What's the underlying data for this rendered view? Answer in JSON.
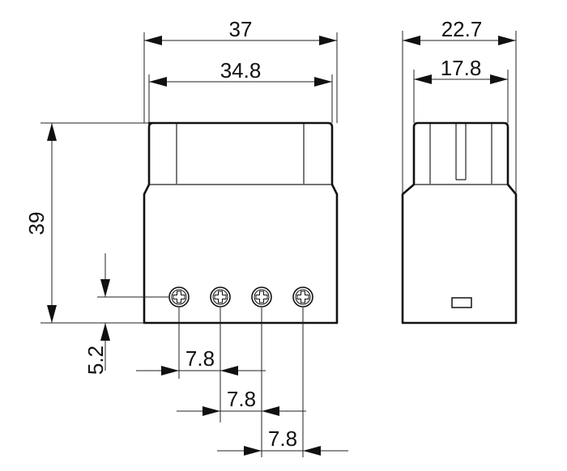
{
  "drawing": {
    "front_view": {
      "overall_width": "37",
      "inner_width": "34.8",
      "height": "39",
      "terminal_offset": "5.2",
      "pitch_1": "7.8",
      "pitch_2": "7.8",
      "pitch_3": "7.8",
      "terminal_count": 4
    },
    "side_view": {
      "overall_depth": "22.7",
      "inner_depth": "17.8"
    },
    "colors": {
      "line": "#111111",
      "background": "#ffffff"
    }
  }
}
